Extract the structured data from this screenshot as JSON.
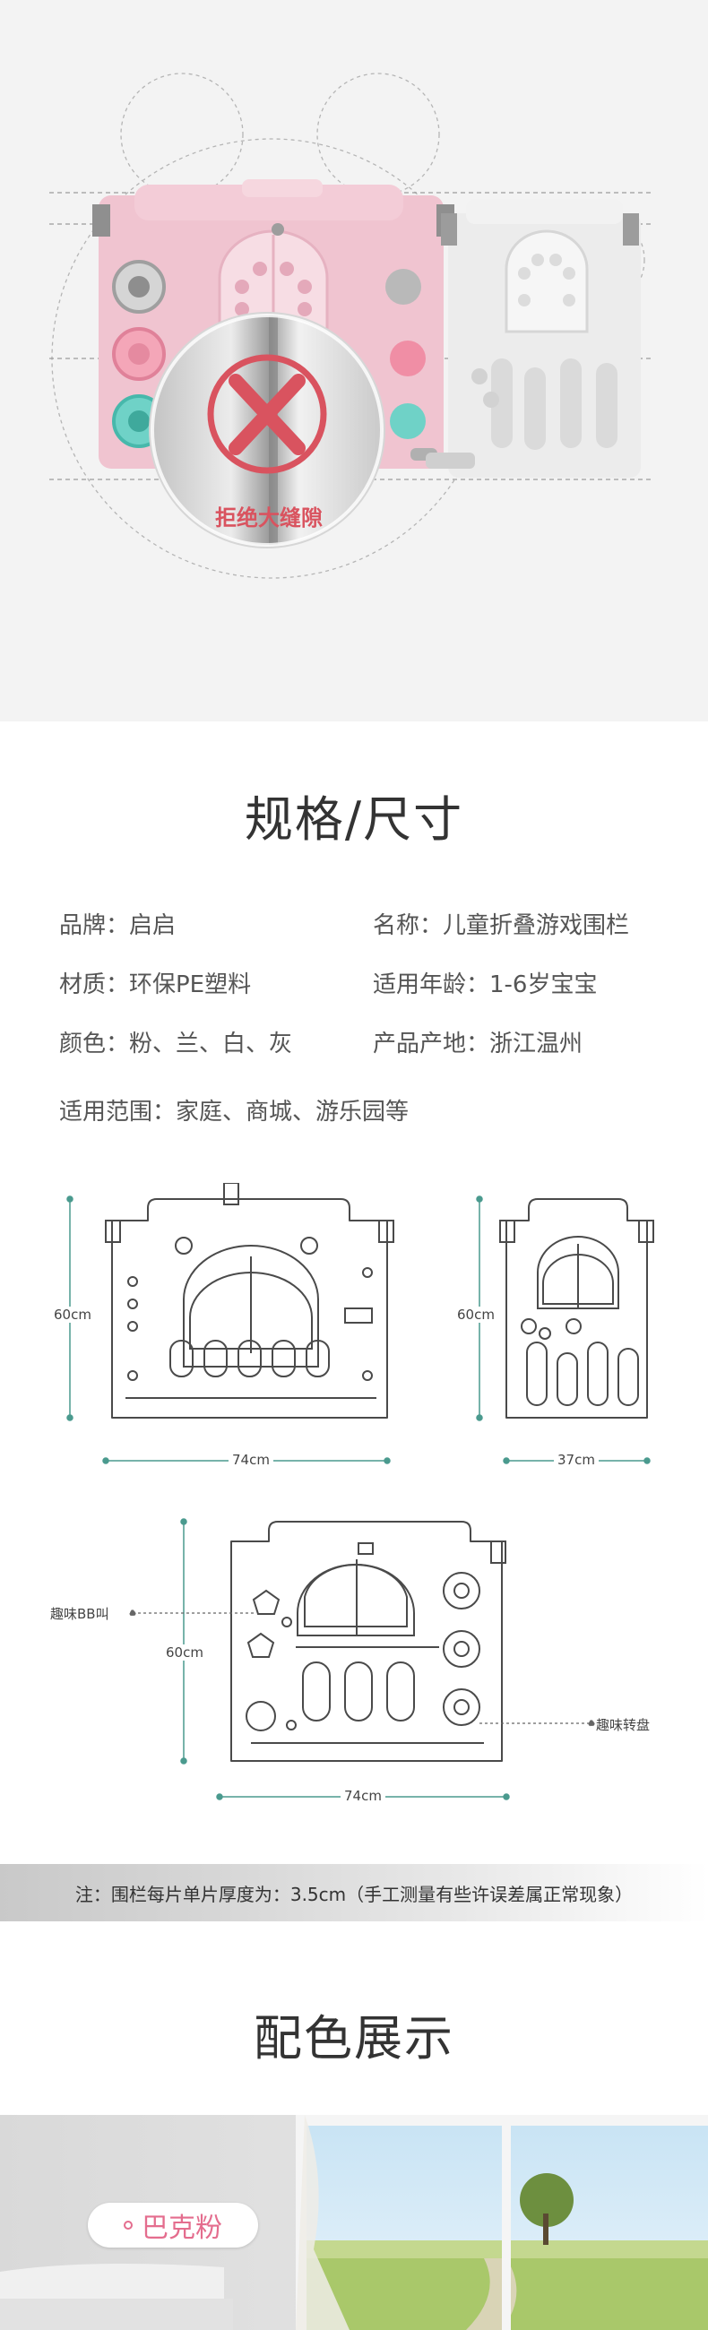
{
  "hero": {
    "seal_text": "拒绝大缝隙",
    "colors": {
      "pink": "#f1c9d4",
      "white_panel": "#ededed",
      "red": "#d9535f"
    }
  },
  "specs": {
    "title": "规格/尺寸",
    "rows": [
      {
        "left": "品牌：启启",
        "right": "名称：儿童折叠游戏围栏"
      },
      {
        "left": "材质：环保PE塑料",
        "right": "适用年龄：1-6岁宝宝"
      },
      {
        "left": "颜色：粉、兰、白、灰",
        "right": "产品产地：浙江温州"
      },
      {
        "left": "适用范围：家庭、商城、游乐园等",
        "right": ""
      }
    ]
  },
  "diagrams": {
    "panel1": {
      "height": "60cm",
      "width": "74cm"
    },
    "panel2": {
      "height": "60cm",
      "width": "37cm"
    },
    "panel3": {
      "height": "60cm",
      "width": "74cm",
      "callout_left": "趣味BB叫",
      "callout_right": "趣味转盘"
    }
  },
  "note": {
    "text": "注：围栏每片单片厚度为：3.5cm（手工测量有些许误差属正常现象）"
  },
  "colors_section": {
    "title": "配色展示",
    "swatch_label": "巴克粉",
    "accent": "#e46d8e"
  }
}
